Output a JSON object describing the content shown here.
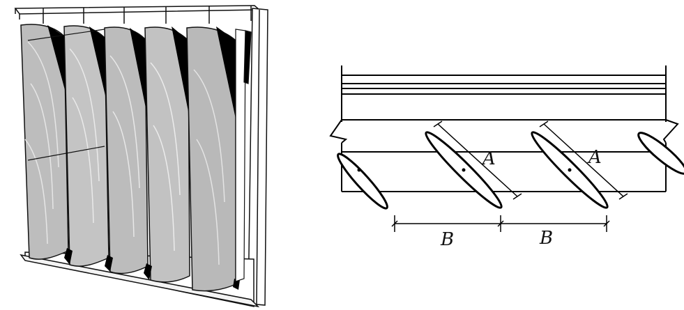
{
  "left_illustration": {
    "subject": "vertical-louver-panel",
    "blade_count": 5,
    "blade_color": "#bdbdbd",
    "shadow_color": "#000000",
    "frame_color": "#ffffff",
    "outline_color": "#111111"
  },
  "right_diagram": {
    "subject": "louver-section-plan",
    "labels": {
      "blade_length": "A",
      "spacing": "B"
    },
    "line_color": "#000000"
  }
}
